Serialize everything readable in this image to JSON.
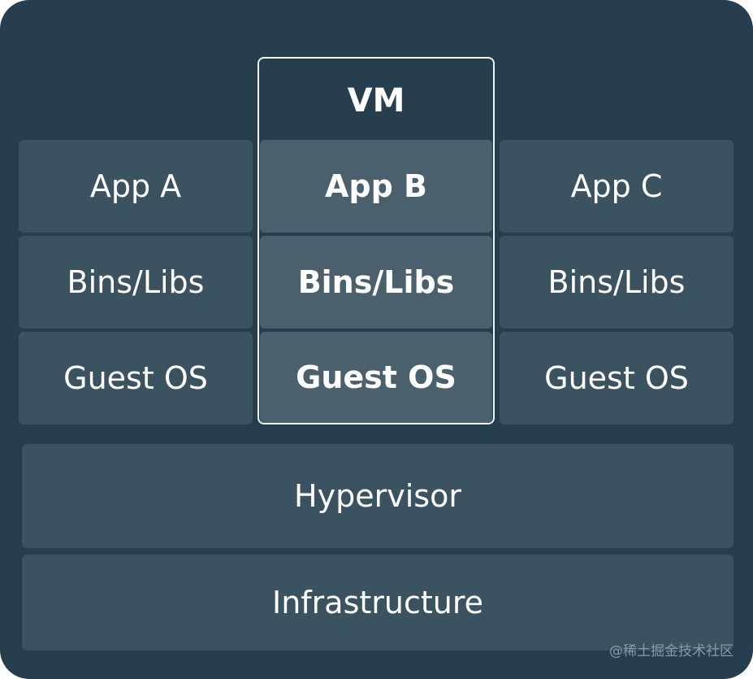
{
  "vm_label": "VM",
  "columns": [
    {
      "app": "App A",
      "bins": "Bins/Libs",
      "os": "Guest OS"
    },
    {
      "app": "App B",
      "bins": "Bins/Libs",
      "os": "Guest OS"
    },
    {
      "app": "App C",
      "bins": "Bins/Libs",
      "os": "Guest OS"
    }
  ],
  "hypervisor": "Hypervisor",
  "infrastructure": "Infrastructure",
  "watermark": "@稀土掘金技术社区",
  "colors": {
    "background": "#263e4e",
    "block": "#3b5260",
    "vm_block": "#4a616d",
    "text": "#ffffff",
    "vm_border": "#f2f5f7"
  }
}
